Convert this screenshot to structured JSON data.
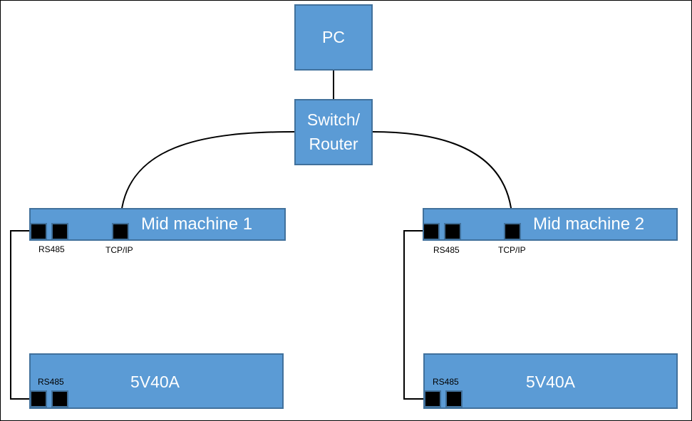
{
  "diagram": {
    "nodes": {
      "pc": "PC",
      "switch_line1": "Switch/",
      "switch_line2": "Router",
      "mid1": "Mid machine 1",
      "mid2": "Mid machine 2",
      "psu1": "5V40A",
      "psu2": "5V40A"
    },
    "port_labels": {
      "mid1_rs485": "RS485",
      "mid1_tcpip": "TCP/IP",
      "mid2_rs485": "RS485",
      "mid2_tcpip": "TCP/IP",
      "psu1_rs485": "RS485",
      "psu2_rs485": "RS485"
    },
    "connections": [
      {
        "from": "PC",
        "to": "Switch/Router"
      },
      {
        "from": "Switch/Router",
        "to": "Mid machine 1",
        "via": "TCP/IP"
      },
      {
        "from": "Switch/Router",
        "to": "Mid machine 2",
        "via": "TCP/IP"
      },
      {
        "from": "Mid machine 1",
        "to": "5V40A",
        "via": "RS485"
      },
      {
        "from": "Mid machine 2",
        "to": "5V40A",
        "via": "RS485"
      }
    ],
    "colors": {
      "box_fill": "#5b9bd5",
      "box_border": "#41719c",
      "port_fill": "#000000",
      "wire": "#000000"
    }
  }
}
